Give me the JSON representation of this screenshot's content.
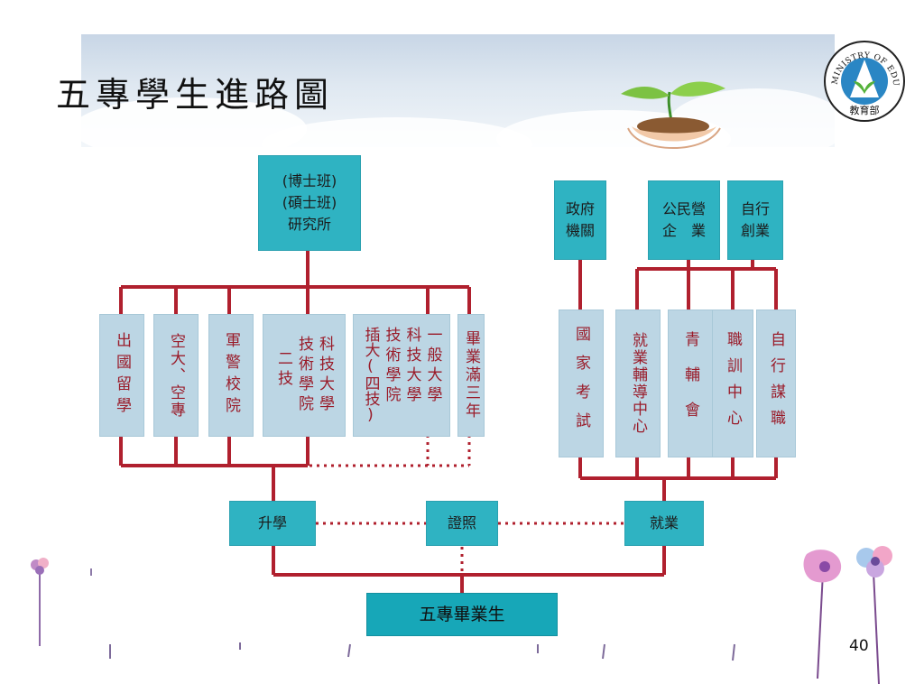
{
  "title": "五專學生進路圖",
  "page_number": "40",
  "logo": {
    "text": "MINISTRY OF EDUCATION",
    "label": "教育部"
  },
  "colors": {
    "line": "#b0202e",
    "box_light": "#bcd6e4",
    "box_teal": "#2fb3c2",
    "box_text": "#9a1c2a"
  },
  "diagram": {
    "graduate_school": [
      "(博士班)",
      "(碩士班)",
      "研究所"
    ],
    "government": [
      "政府",
      "機關"
    ],
    "enterprise": [
      "公民營",
      "企　業"
    ],
    "self_business": [
      "自行",
      "創業"
    ],
    "study_abroad": "出國留學",
    "open_university": "空大、空專",
    "military_police": "軍警校院",
    "tech_university": {
      "col1": "科技大學",
      "col2": "技術學院",
      "col3": "二技"
    },
    "general_university": {
      "col1": "一般大學",
      "col2": "科技大學",
      "col3": "技術學院",
      "col4": "插大(四技)"
    },
    "graduation": "畢業滿三年",
    "exam": "國家考試",
    "employment_center": "就業輔導中心",
    "youth_council": "青輔會",
    "training_center": "職訓中心",
    "self_job": "自行謀職",
    "further_study": "升學",
    "license": "證照",
    "employment": "就業",
    "graduate": "五專畢業生"
  }
}
